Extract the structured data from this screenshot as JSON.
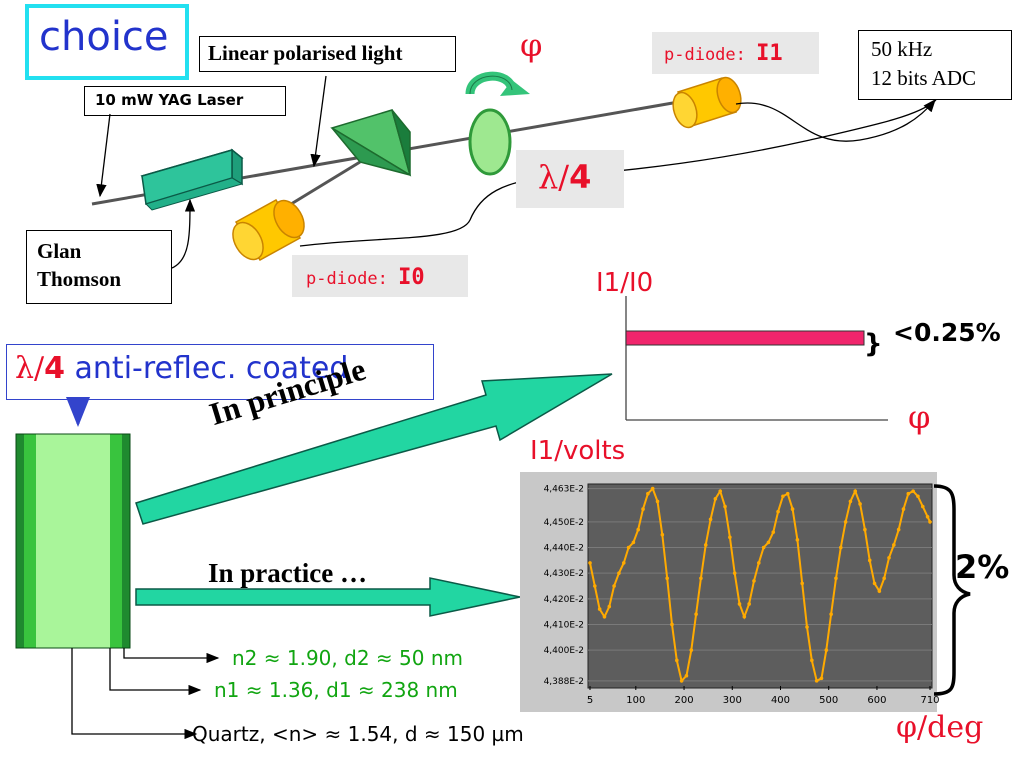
{
  "setup": {
    "choice": "choice",
    "linear_light": "Linear polarised light",
    "laser": "10 mW YAG Laser",
    "phi": "φ",
    "diode_i1_prefix": "p-diode: ",
    "diode_i1_name": "I1",
    "adc_line1": "50 kHz",
    "adc_line2": "12 bits ADC",
    "lambda": "λ/",
    "lambda_num": "4",
    "glan_line1": "Glan",
    "glan_line2": "Thomson",
    "diode_i0_prefix": "p-diode: ",
    "diode_i0_name": "I0"
  },
  "coating": {
    "lambda": "λ/",
    "lambda_num": "4",
    "label": " anti-reflec. coated",
    "layer2": "n2 ≈ 1.90, d2 ≈ 50 nm",
    "layer1": "n1 ≈ 1.36, d1 ≈ 238 nm",
    "substrate": "Quartz, <n> ≈ 1.54, d ≈ 150 µm"
  },
  "arrows": {
    "principle": "In principle",
    "practice": "In practice …"
  },
  "principle_plot": {
    "ylabel": "I1/I0",
    "xlabel": "φ",
    "annotation": "<0.25%"
  },
  "chart_data": {
    "type": "line",
    "ylabel": "I1/volts",
    "xlabel": "φ/deg",
    "annotation": "2%",
    "xlim": [
      5,
      710
    ],
    "ylim": [
      4.386,
      4.464
    ],
    "x_ticks": [
      "5",
      "100",
      "200",
      "300",
      "400",
      "500",
      "600",
      "710"
    ],
    "x_tick_values": [
      5,
      100,
      200,
      300,
      400,
      500,
      600,
      710
    ],
    "y_ticks": [
      "4,463E-2",
      "4,450E-2",
      "4,440E-2",
      "4,430E-2",
      "4,420E-2",
      "4,410E-2",
      "4,400E-2",
      "4,388E-2"
    ],
    "y_tick_values": [
      4.463,
      4.45,
      4.44,
      4.43,
      4.42,
      4.41,
      4.4,
      4.388
    ],
    "x": [
      5,
      15,
      25,
      35,
      45,
      55,
      65,
      75,
      85,
      95,
      105,
      115,
      125,
      135,
      145,
      155,
      165,
      175,
      185,
      195,
      205,
      215,
      225,
      235,
      245,
      255,
      265,
      275,
      285,
      295,
      305,
      315,
      325,
      335,
      345,
      355,
      365,
      375,
      385,
      395,
      405,
      415,
      425,
      435,
      445,
      455,
      465,
      475,
      485,
      495,
      505,
      515,
      525,
      535,
      545,
      555,
      565,
      575,
      585,
      595,
      605,
      615,
      625,
      635,
      645,
      655,
      665,
      675,
      685,
      695,
      705,
      710
    ],
    "y": [
      4.434,
      4.425,
      4.416,
      4.413,
      4.417,
      4.425,
      4.43,
      4.434,
      4.44,
      4.442,
      4.447,
      4.455,
      4.461,
      4.463,
      4.458,
      4.445,
      4.428,
      4.41,
      4.396,
      4.388,
      4.39,
      4.4,
      4.414,
      4.428,
      4.441,
      4.451,
      4.459,
      4.462,
      4.456,
      4.444,
      4.43,
      4.418,
      4.413,
      4.418,
      4.427,
      4.434,
      4.44,
      4.442,
      4.446,
      4.454,
      4.46,
      4.461,
      4.455,
      4.443,
      4.426,
      4.409,
      4.396,
      4.388,
      4.389,
      4.4,
      4.414,
      4.428,
      4.44,
      4.45,
      4.458,
      4.462,
      4.457,
      4.447,
      4.435,
      4.426,
      4.423,
      4.428,
      4.436,
      4.441,
      4.447,
      4.455,
      4.461,
      4.462,
      4.46,
      4.456,
      4.452,
      4.45
    ]
  }
}
